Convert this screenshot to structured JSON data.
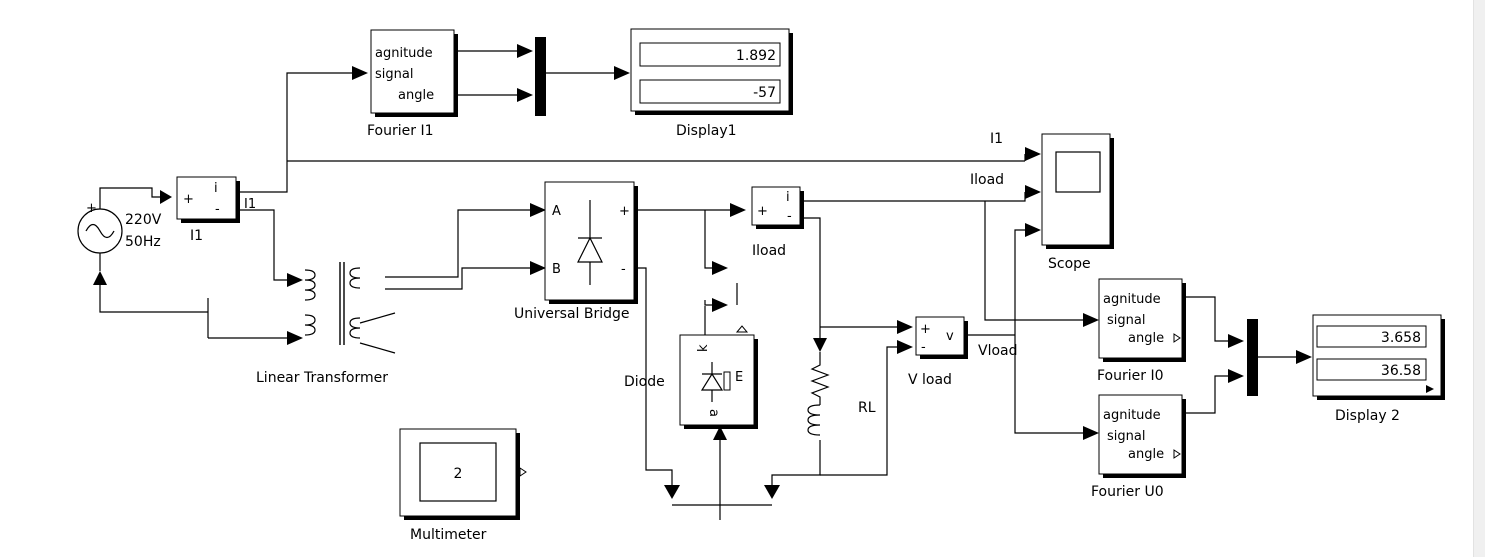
{
  "source": {
    "voltage": "220V",
    "frequency": "50Hz"
  },
  "blocks": {
    "i1_meas": {
      "label": "I1",
      "port_plus": "+",
      "port_i": "i",
      "port_minus": "-",
      "out_signal": "I1"
    },
    "fourier_i1": {
      "label": "Fourier I1",
      "in1": "agnitude",
      "in2": "signal",
      "in3": "angle"
    },
    "display1": {
      "label": "Display1",
      "value1": "1.892",
      "value2": "-57"
    },
    "scope": {
      "label": "Scope",
      "in1": "I1",
      "in2": "Iload"
    },
    "linear_transformer": {
      "label": "Linear Transformer"
    },
    "universal_bridge": {
      "label": "Universal Bridge",
      "port_a": "A",
      "port_b": "B",
      "port_plus": "+",
      "port_minus": "-"
    },
    "iload_meas": {
      "label": "Iload",
      "port_plus": "+",
      "port_i": "i",
      "port_minus": "-"
    },
    "diode": {
      "label": "Diode",
      "port_k": "k",
      "port_e": "E",
      "port_a": "a"
    },
    "vload": {
      "label": "V load",
      "port_plus": "+",
      "port_minus": "-",
      "port_v": "v",
      "out_signal": "Vload"
    },
    "rl": {
      "label": "RL"
    },
    "fourier_io": {
      "label": "Fourier I0",
      "in1": "agnitude",
      "in2": "signal",
      "in3": "angle"
    },
    "fourier_uo": {
      "label": "Fourier U0",
      "in1": "agnitude",
      "in2": "signal",
      "in3": "angle"
    },
    "display2": {
      "label": "Display 2",
      "value1": "3.658",
      "value2": "36.58"
    },
    "multimeter": {
      "label": "Multimeter",
      "value": "2"
    }
  }
}
